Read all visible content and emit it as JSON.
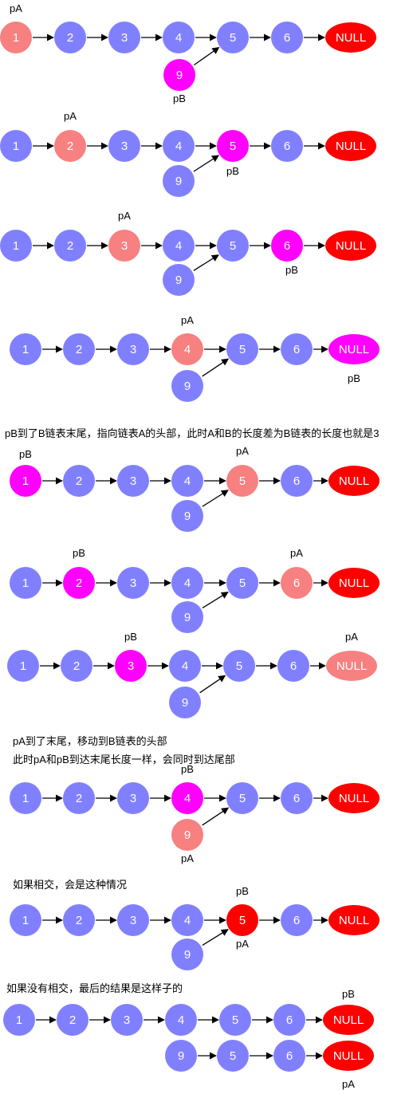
{
  "colors": {
    "default": "#8080ff",
    "pA": "#f78080",
    "pB": "#ff00ff",
    "null": "#ff0000",
    "meet": "#ff0000",
    "arrow": "#000000",
    "text": "#000000"
  },
  "pointer_labels": {
    "pA": "pA",
    "pB": "pB"
  },
  "null_label": "NULL",
  "notes": [
    "pB到了B链表末尾，指向链表A的头部，此时A和B的长度差为B链表的长度也就是3",
    "pA到了末尾，移动到B链表的头部",
    "此时pA和pB到达末尾长度一样，会同时到达尾部",
    "如果相交，会是这种情况",
    "如果没有相交，最后的结果是这样子的"
  ],
  "steps": [
    {
      "mainline": [
        "1",
        "2",
        "3",
        "4",
        "5",
        "6",
        "NULL"
      ],
      "branch": "9",
      "pA_on": "1",
      "pB_on": "9"
    },
    {
      "mainline": [
        "1",
        "2",
        "3",
        "4",
        "5",
        "6",
        "NULL"
      ],
      "branch": "9",
      "pA_on": "2",
      "pB_on": "5"
    },
    {
      "mainline": [
        "1",
        "2",
        "3",
        "4",
        "5",
        "6",
        "NULL"
      ],
      "branch": "9",
      "pA_on": "3",
      "pB_on": "6"
    },
    {
      "mainline": [
        "1",
        "2",
        "3",
        "4",
        "5",
        "6",
        "NULL"
      ],
      "branch": "9",
      "pA_on": "4",
      "pB_on": "NULL"
    },
    {
      "mainline": [
        "1",
        "2",
        "3",
        "4",
        "5",
        "6",
        "NULL"
      ],
      "branch": "9",
      "pA_on": "5",
      "pB_on": "1"
    },
    {
      "mainline": [
        "1",
        "2",
        "3",
        "4",
        "5",
        "6",
        "NULL"
      ],
      "branch": "9",
      "pA_on": "6",
      "pB_on": "2"
    },
    {
      "mainline": [
        "1",
        "2",
        "3",
        "4",
        "5",
        "6",
        "NULL"
      ],
      "branch": "9",
      "pA_on": "NULL",
      "pB_on": "3"
    },
    {
      "mainline": [
        "1",
        "2",
        "3",
        "4",
        "5",
        "6",
        "NULL"
      ],
      "branch": "9",
      "pA_on": "9",
      "pB_on": "4"
    },
    {
      "mainline": [
        "1",
        "2",
        "3",
        "4",
        "5",
        "6",
        "NULL"
      ],
      "branch": "9",
      "pA_on": "5",
      "pB_on": "5",
      "meet": true
    },
    {
      "list_a": [
        "1",
        "2",
        "3",
        "4",
        "5",
        "6",
        "NULL"
      ],
      "list_b": [
        "9",
        "5",
        "6",
        "NULL"
      ],
      "pA_on": "NULL-b",
      "pB_on": "NULL-a"
    }
  ]
}
